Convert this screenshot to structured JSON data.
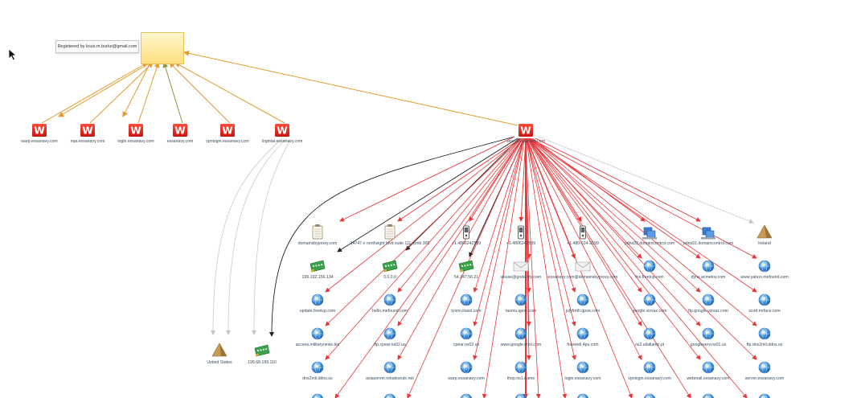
{
  "tooltip": "Registered by louis.m.burke@gmail.com",
  "colors": {
    "orange": "#e59a2e",
    "red": "#e8373a",
    "black": "#222222",
    "gray": "#cfcfcf",
    "olive": "#8c9a3a"
  },
  "root": {
    "label": "serval.essanavy.com",
    "icon": "globe-icon"
  },
  "first_level": [
    {
      "label": "warp.essanavy.com",
      "icon": "w-site-icon"
    },
    {
      "label": "nqa.essanavy.com",
      "icon": "w-site-icon"
    },
    {
      "label": "login.essanavy.com",
      "icon": "w-site-icon"
    },
    {
      "label": "essanavy.com",
      "icon": "w-site-icon"
    },
    {
      "label": "vpnlogin.essanavy.com",
      "icon": "w-site-icon"
    },
    {
      "label": "logintal.essanavy.com",
      "icon": "w-site-icon"
    }
  ],
  "hub": {
    "label": "serval.essanavy.com",
    "icon": "w-site-icon"
  },
  "bottom_left": [
    {
      "label": "United States",
      "icon": "pyramid-icon"
    },
    {
      "label": "199.68.199.110",
      "icon": "network-card-icon"
    }
  ],
  "grid": [
    [
      {
        "label": "domainsbyproxy.com",
        "icon": "document-icon"
      },
      {
        "label": "14747 n northsight blvd suite 111, pmb 309",
        "icon": "document-icon"
      },
      {
        "label": "+1.4806242599",
        "icon": "phone-icon"
      },
      {
        "label": "+1.4806242599",
        "icon": "phone-icon"
      },
      {
        "label": "+1.480-624-2599",
        "icon": "phone-icon"
      },
      {
        "label": "pdns02.domaincontrol.com",
        "icon": "server-icon"
      },
      {
        "label": "pdns01.domaincontrol.com",
        "icon": "server-icon"
      },
      {
        "label": "Ireland",
        "icon": "pyramid-icon"
      }
    ],
    [
      {
        "label": "199.192.156.134",
        "icon": "network-card-icon"
      },
      {
        "label": "0.0.0.0",
        "icon": "network-card-icon"
      },
      {
        "label": "54.247.56.21",
        "icon": "network-card-icon"
      },
      {
        "label": "abuse@godaddy.com",
        "icon": "email-icon"
      },
      {
        "label": "essanavy.com@domainsbyproxy.com",
        "icon": "email-icon"
      },
      {
        "label": "fns.freetcp.com",
        "icon": "globe-icon"
      },
      {
        "label": "dyns.acmetoy.com",
        "icon": "globe-icon"
      },
      {
        "label": "www.yahoo.mefound.com",
        "icon": "globe-icon"
      }
    ],
    [
      {
        "label": "update.freetcp.com",
        "icon": "globe-icon"
      },
      {
        "label": "hello.mefound.com",
        "icon": "globe-icon"
      },
      {
        "label": "tyson.itsaol.com",
        "icon": "globe-icon"
      },
      {
        "label": "rasmu.qpoe.com",
        "icon": "globe-icon"
      },
      {
        "label": "julyforth.qpoe.com",
        "icon": "globe-icon"
      },
      {
        "label": "google.vizvaz.com",
        "icon": "globe-icon"
      },
      {
        "label": "ftp.google.vizvaz.com",
        "icon": "globe-icon"
      },
      {
        "label": "scott.mrface.com",
        "icon": "globe-icon"
      }
    ],
    [
      {
        "label": "access.militarynews.biz",
        "icon": "globe-icon"
      },
      {
        "label": "ftp.cpear.ns02.us",
        "icon": "globe-icon"
      },
      {
        "label": "cpear.ns02.us",
        "icon": "globe-icon"
      },
      {
        "label": "www.google.otzo.com",
        "icon": "globe-icon"
      },
      {
        "label": "fourwell.4pu.com",
        "icon": "globe-icon"
      },
      {
        "label": "ns2.allatlanto.pl",
        "icon": "globe-icon"
      },
      {
        "label": "googleserv.ns01.us",
        "icon": "globe-icon"
      },
      {
        "label": "ftp.dns2mil.ddns.us",
        "icon": "globe-icon"
      }
    ],
    [
      {
        "label": "dns2mil.ddns.us",
        "icon": "globe-icon"
      },
      {
        "label": "asiaserver.rebatesrule.net",
        "icon": "globe-icon"
      },
      {
        "label": "warp.essanavy.com",
        "icon": "globe-icon"
      },
      {
        "label": "thop.ns1.name",
        "icon": "globe-icon"
      },
      {
        "label": "login.essanavy.com",
        "icon": "globe-icon"
      },
      {
        "label": "vpnlogin.essanavy.com",
        "icon": "globe-icon"
      },
      {
        "label": "webmail.essanavy.com",
        "icon": "globe-icon"
      },
      {
        "label": "server.essanavy.com",
        "icon": "globe-icon"
      }
    ]
  ]
}
